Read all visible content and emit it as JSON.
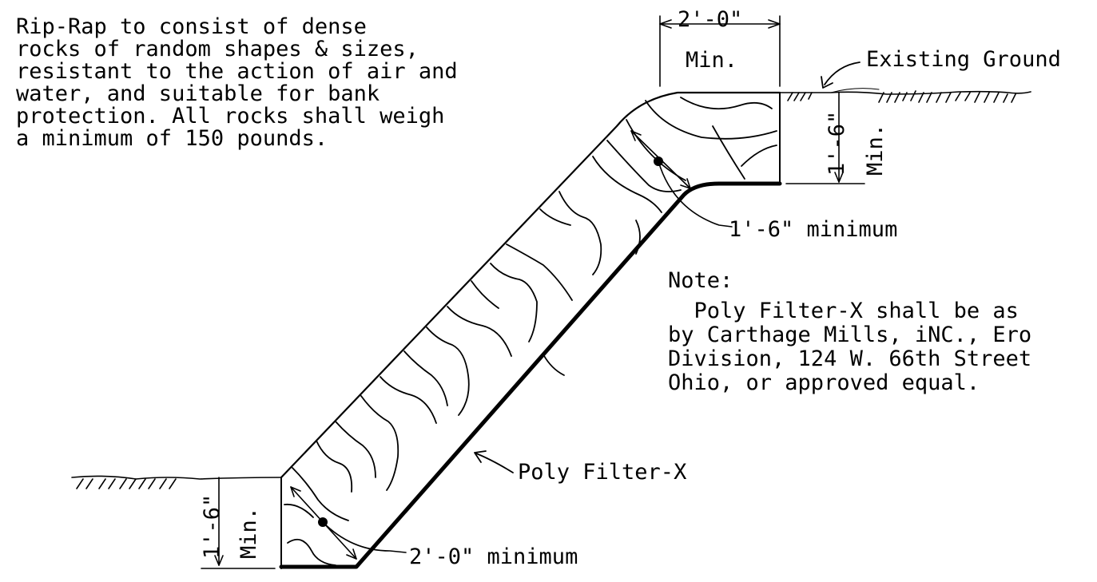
{
  "spec_note": {
    "lines": [
      "Rip-Rap to consist of dense",
      "rocks of random shapes & sizes,",
      "resistant to the action of air and",
      "water, and suitable for bank",
      "protection.  All rocks shall weigh",
      "a minimum of 150 pounds."
    ]
  },
  "top_width": {
    "value": "2'-0\"",
    "qualifier": "Min."
  },
  "existing_ground": "Existing Ground",
  "top_depth": {
    "value": "1'-6\"",
    "qualifier": "Min."
  },
  "slope_thickness_upper": "1'-6\" minimum",
  "filter_note": {
    "heading": "Note:",
    "lines": [
      "  Poly Filter-X shall be as",
      "by Carthage Mills, iNC., Ero",
      "Division, 124 W. 66th Street",
      "Ohio, or approved equal."
    ]
  },
  "filter_label": "Poly Filter-X",
  "toe_depth": {
    "value": "1'-6\"",
    "qualifier": "Min."
  },
  "slope_thickness_lower": "2'-0\" minimum"
}
